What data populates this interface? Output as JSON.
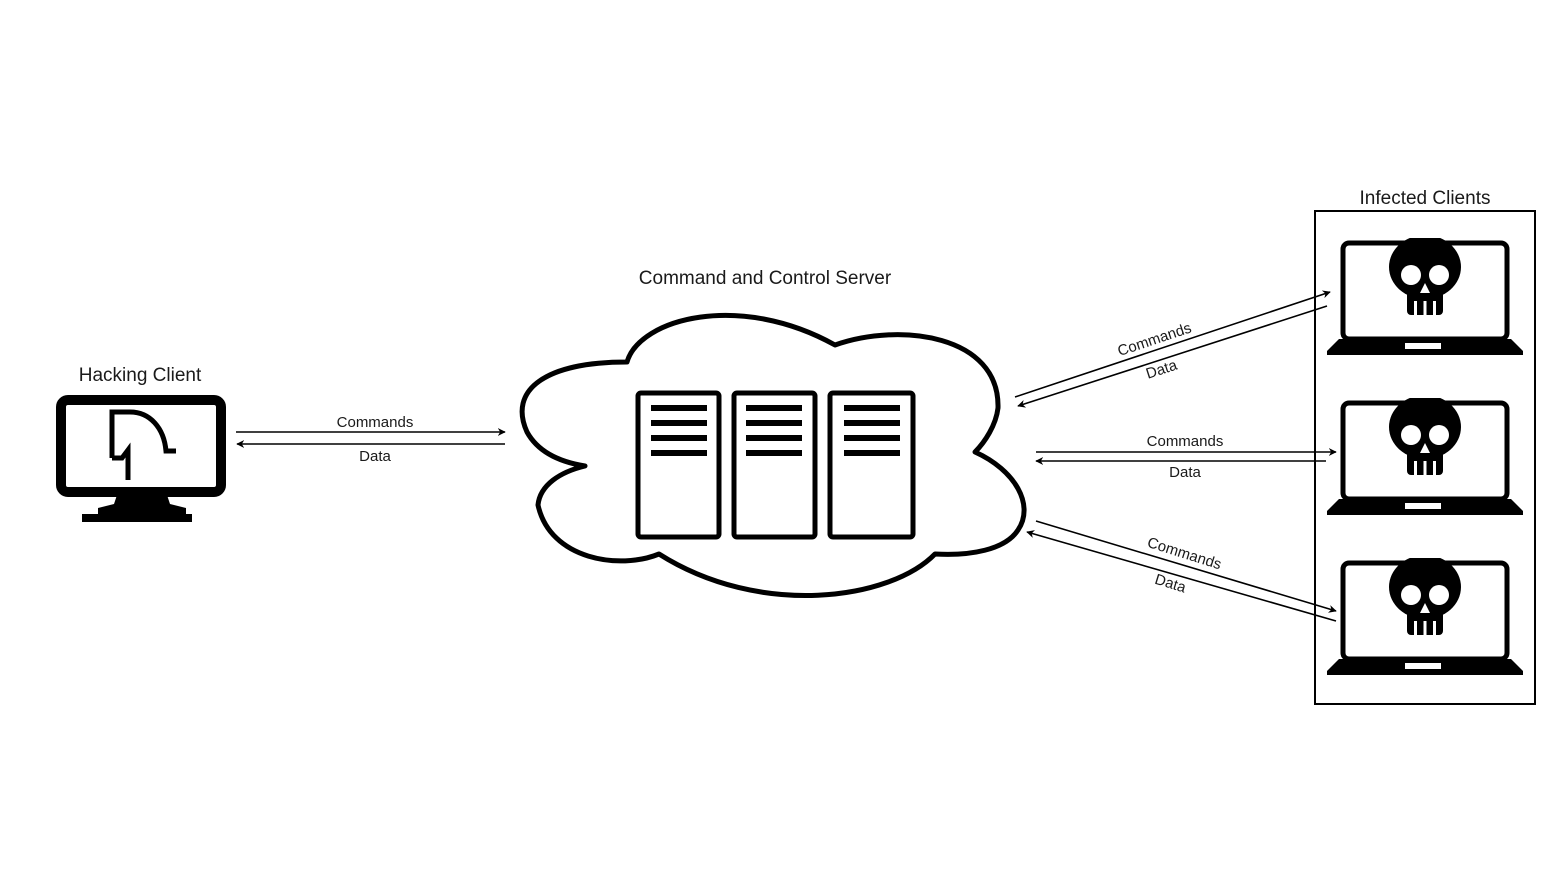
{
  "nodes": {
    "hacking_client": {
      "label": "Hacking Client",
      "icon": "monitor-hacker-icon"
    },
    "c2_server": {
      "label": "Command and Control Server",
      "icon": "server-rack-icon",
      "container": "cloud"
    },
    "infected_group": {
      "label": "Infected Clients",
      "clients": [
        {
          "icon": "laptop-skull-icon"
        },
        {
          "icon": "laptop-skull-icon"
        },
        {
          "icon": "laptop-skull-icon"
        }
      ]
    }
  },
  "edges": {
    "hacker_c2": {
      "commands": "Commands",
      "data": "Data"
    },
    "c2_client1": {
      "commands": "Commands",
      "data": "Data"
    },
    "c2_client2": {
      "commands": "Commands",
      "data": "Data"
    },
    "c2_client3": {
      "commands": "Commands",
      "data": "Data"
    }
  },
  "colors": {
    "stroke": "#000000",
    "background": "#ffffff"
  }
}
